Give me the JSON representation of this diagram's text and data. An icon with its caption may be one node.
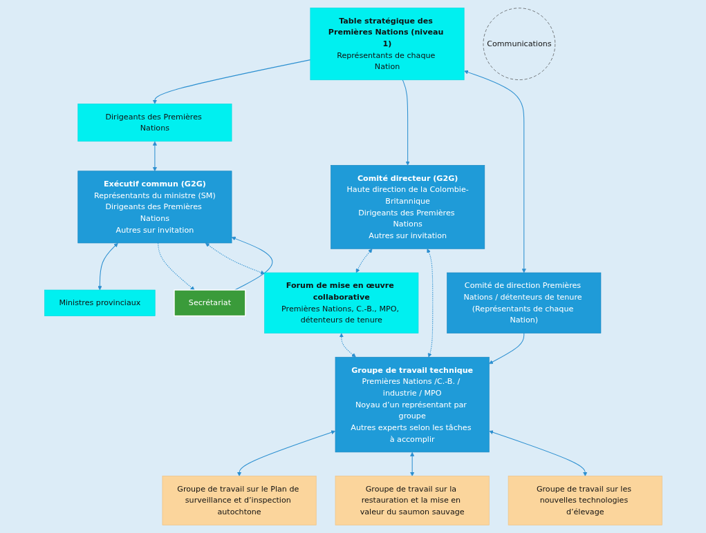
{
  "diagram": {
    "nodes": [
      {
        "text": [
          "Dirigeants des Premières Nations"
        ]
      },
      {
        "text": [
          "Exécutif commun (G2G)",
          "Représentants du ministre (SM)",
          "Dirigeants des Premières Nations",
          "Autres sur invitation"
        ]
      },
      {
        "text": [
          "Ministres provinciaux"
        ]
      },
      {
        "text": [
          "Table stratégique des Premières Nations (niveau 1)",
          "Représentants de chaque Nation"
        ]
      },
      {
        "text": [
          "Secrétariat"
        ]
      },
      {
        "text": [
          "Comité directeur (G2G)",
          "Haute direction de la Colombie-Britannique",
          "Dirigeants des Premières Nations",
          "Autres sur invitation"
        ]
      },
      {
        "text": [
          "Forum de mise en œuvre collaborative",
          "Premières Nations, C.-B., MPO, détenteurs de tenure"
        ]
      },
      {
        "text": [
          "Comité de direction Premières Nations / détenteurs de tenure (Représentants de chaque Nation)"
        ]
      },
      {
        "text": [
          "Communications"
        ]
      },
      {
        "text": [
          "Groupe de travail technique",
          "Premières Nations /C.-B. / industrie / MPO",
          "Noyau d’un représentant par groupe",
          "Autres experts selon les tâches à accomplir"
        ]
      },
      {
        "text": [
          "Groupe de travail sur le Plan de surveillance et d’inspection autochtone"
        ]
      },
      {
        "text": [
          "Groupe de travail sur la restauration et la mise en valeur du saumon sauvage"
        ]
      },
      {
        "text": [
          "Groupe de travail sur les nouvelles technologies d’élevage"
        ]
      }
    ],
    "edges": [
      {
        "from": 0,
        "to": 1,
        "arrow": "both"
      },
      {
        "from": 1,
        "to": 2,
        "arrow": "both"
      },
      {
        "from": 3,
        "to": 0,
        "arrow": "to"
      },
      {
        "from": 4,
        "to": 1,
        "arrow": "to"
      },
      {
        "from": 1,
        "to": 4,
        "arrow": "to",
        "style": "dashed"
      },
      {
        "from": 1,
        "to": 6,
        "arrow": "both",
        "style": "dashed"
      },
      {
        "from": 3,
        "to": 5,
        "arrow": "to"
      },
      {
        "from": 5,
        "to": 6,
        "arrow": "both",
        "style": "dashed"
      },
      {
        "from": 3,
        "to": 7,
        "arrow": "both"
      },
      {
        "from": 5,
        "to": 9,
        "arrow": "both",
        "style": "dashed"
      },
      {
        "from": 7,
        "to": 9,
        "arrow": "to"
      },
      {
        "from": 6,
        "to": 9,
        "arrow": "both",
        "style": "dashed"
      },
      {
        "from": 9,
        "to": 10,
        "arrow": "both"
      },
      {
        "from": 9,
        "to": 11,
        "arrow": "both"
      },
      {
        "from": 9,
        "to": 12,
        "arrow": "both"
      }
    ]
  }
}
